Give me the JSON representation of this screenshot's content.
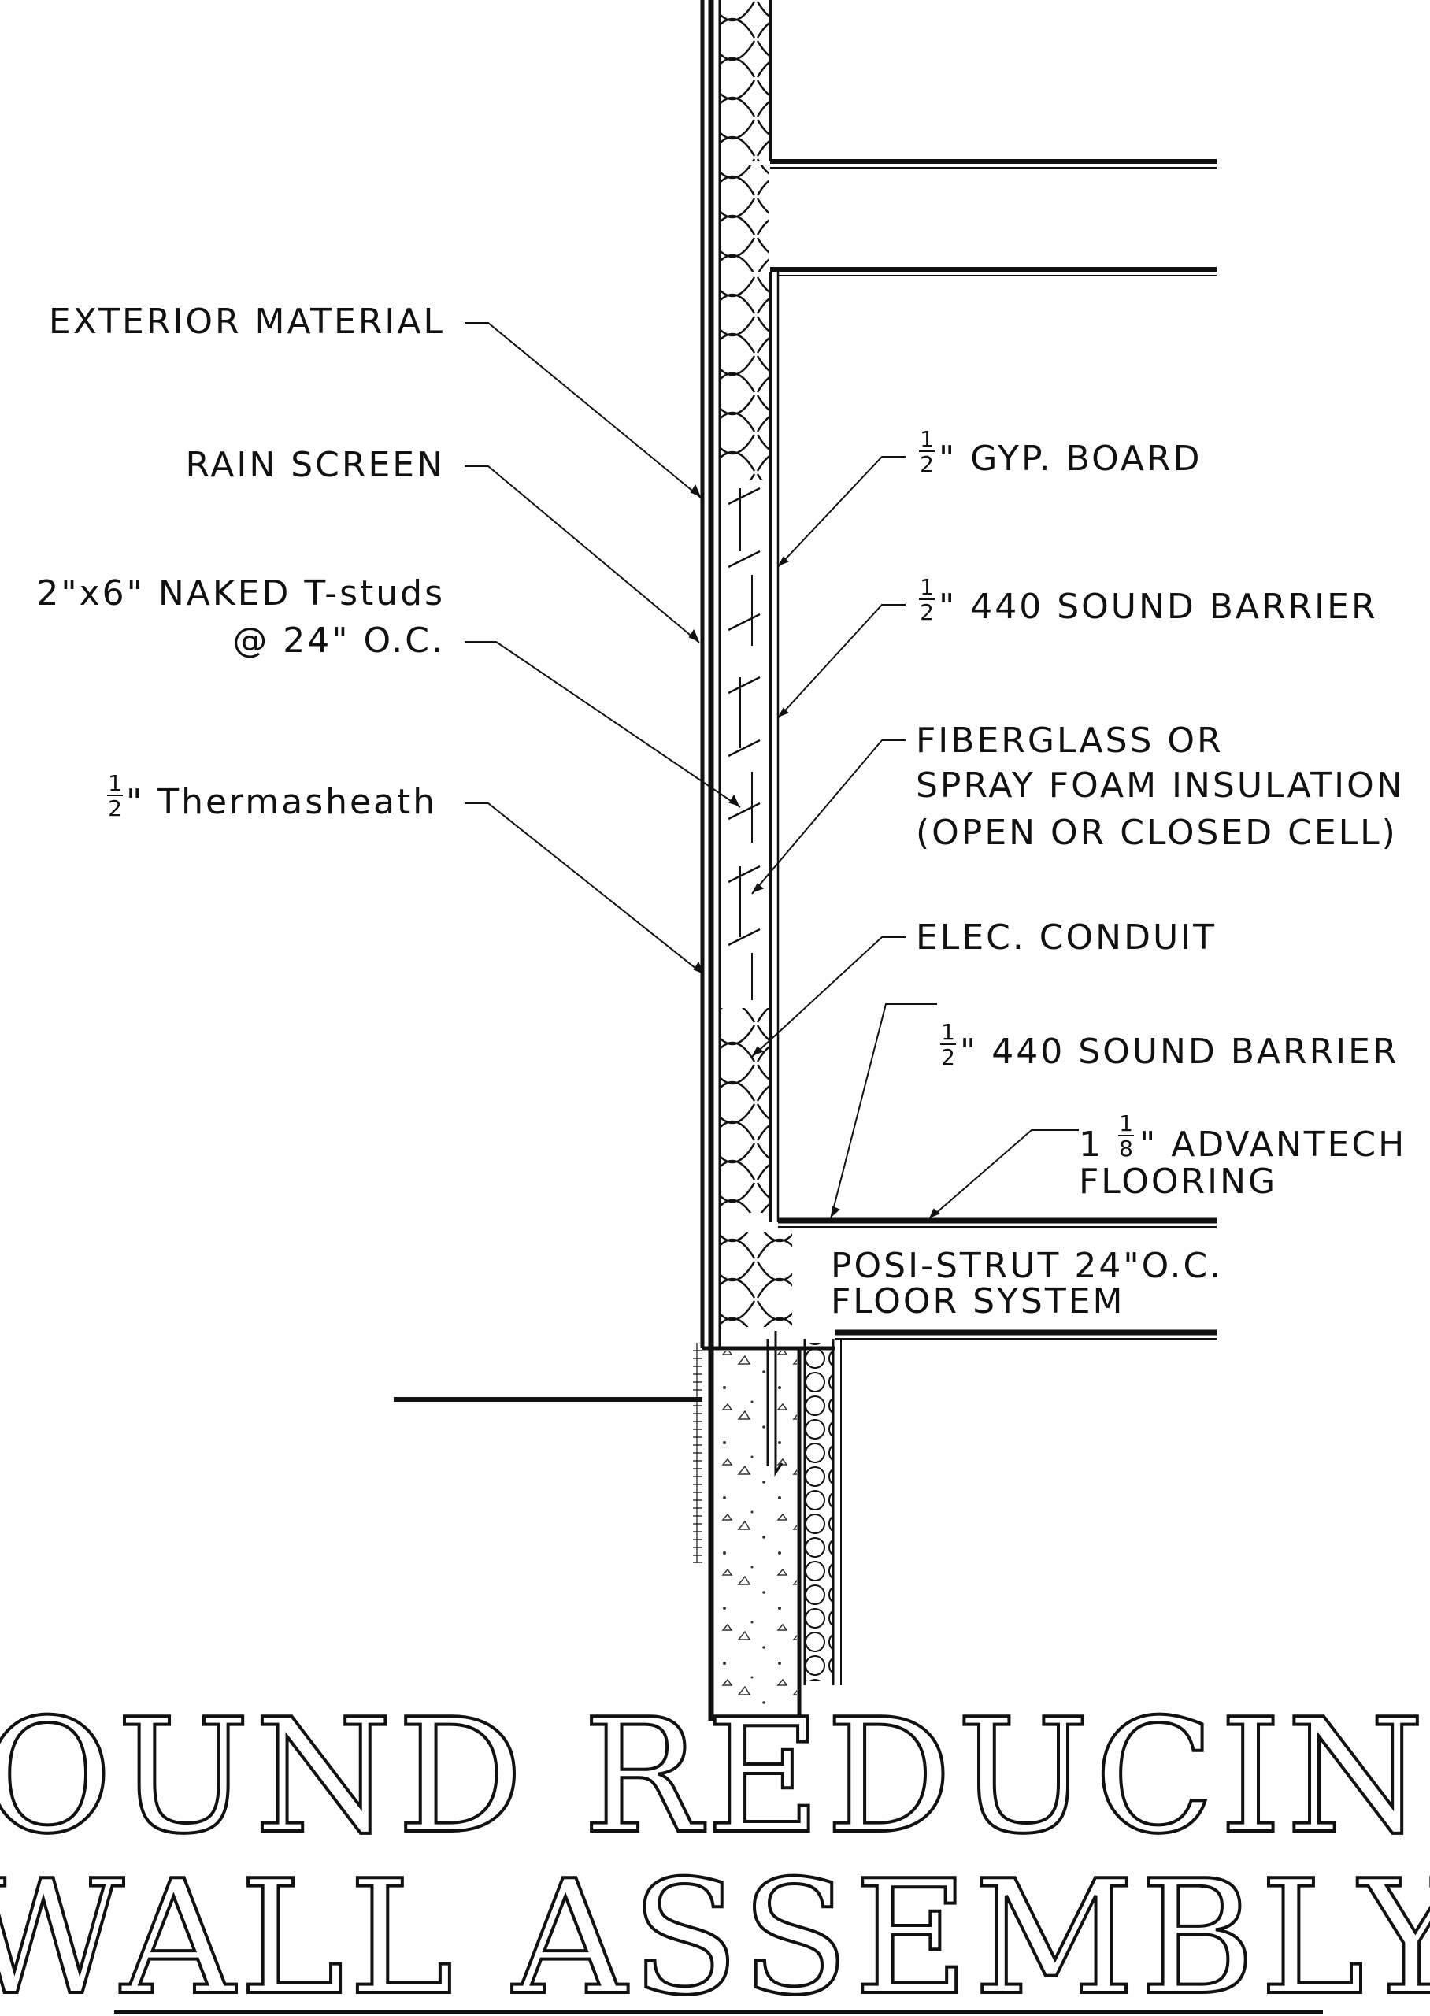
{
  "labels": {
    "exterior_material": "EXTERIOR MATERIAL",
    "rain_screen": "RAIN SCREEN",
    "studs_line1": "2\"x6\" NAKED T-studs",
    "studs_line2": "@ 24\" O.C.",
    "thermasheath_frac_num": "1",
    "thermasheath_frac_den": "2",
    "thermasheath": "\" Thermasheath",
    "gyp_frac_num": "1",
    "gyp_frac_den": "2",
    "gyp_board": "\" GYP. BOARD",
    "sound_barrier_frac_num": "1",
    "sound_barrier_frac_den": "2",
    "sound_barrier": "\" 440 SOUND BARRIER",
    "insulation_line1": "FIBERGLASS OR",
    "insulation_line2": "SPRAY FOAM INSULATION",
    "insulation_line3": "(OPEN OR CLOSED CELL)",
    "elec_conduit": "ELEC. CONDUIT",
    "floor_barrier_frac_num": "1",
    "floor_barrier_frac_den": "2",
    "floor_sound_barrier": "\" 440 SOUND BARRIER",
    "advantech_whole": "1",
    "advantech_frac_num": "1",
    "advantech_frac_den": "8",
    "advantech_line1": "\" ADVANTECH",
    "advantech_line2": "FLOORING",
    "posi_strut_line1": "POSI-STRUT 24\"O.C.",
    "posi_strut_line2": "FLOOR SYSTEM"
  },
  "title": {
    "line1": "SOUND REDUCING",
    "line2": "WALL ASSEMBLY"
  }
}
